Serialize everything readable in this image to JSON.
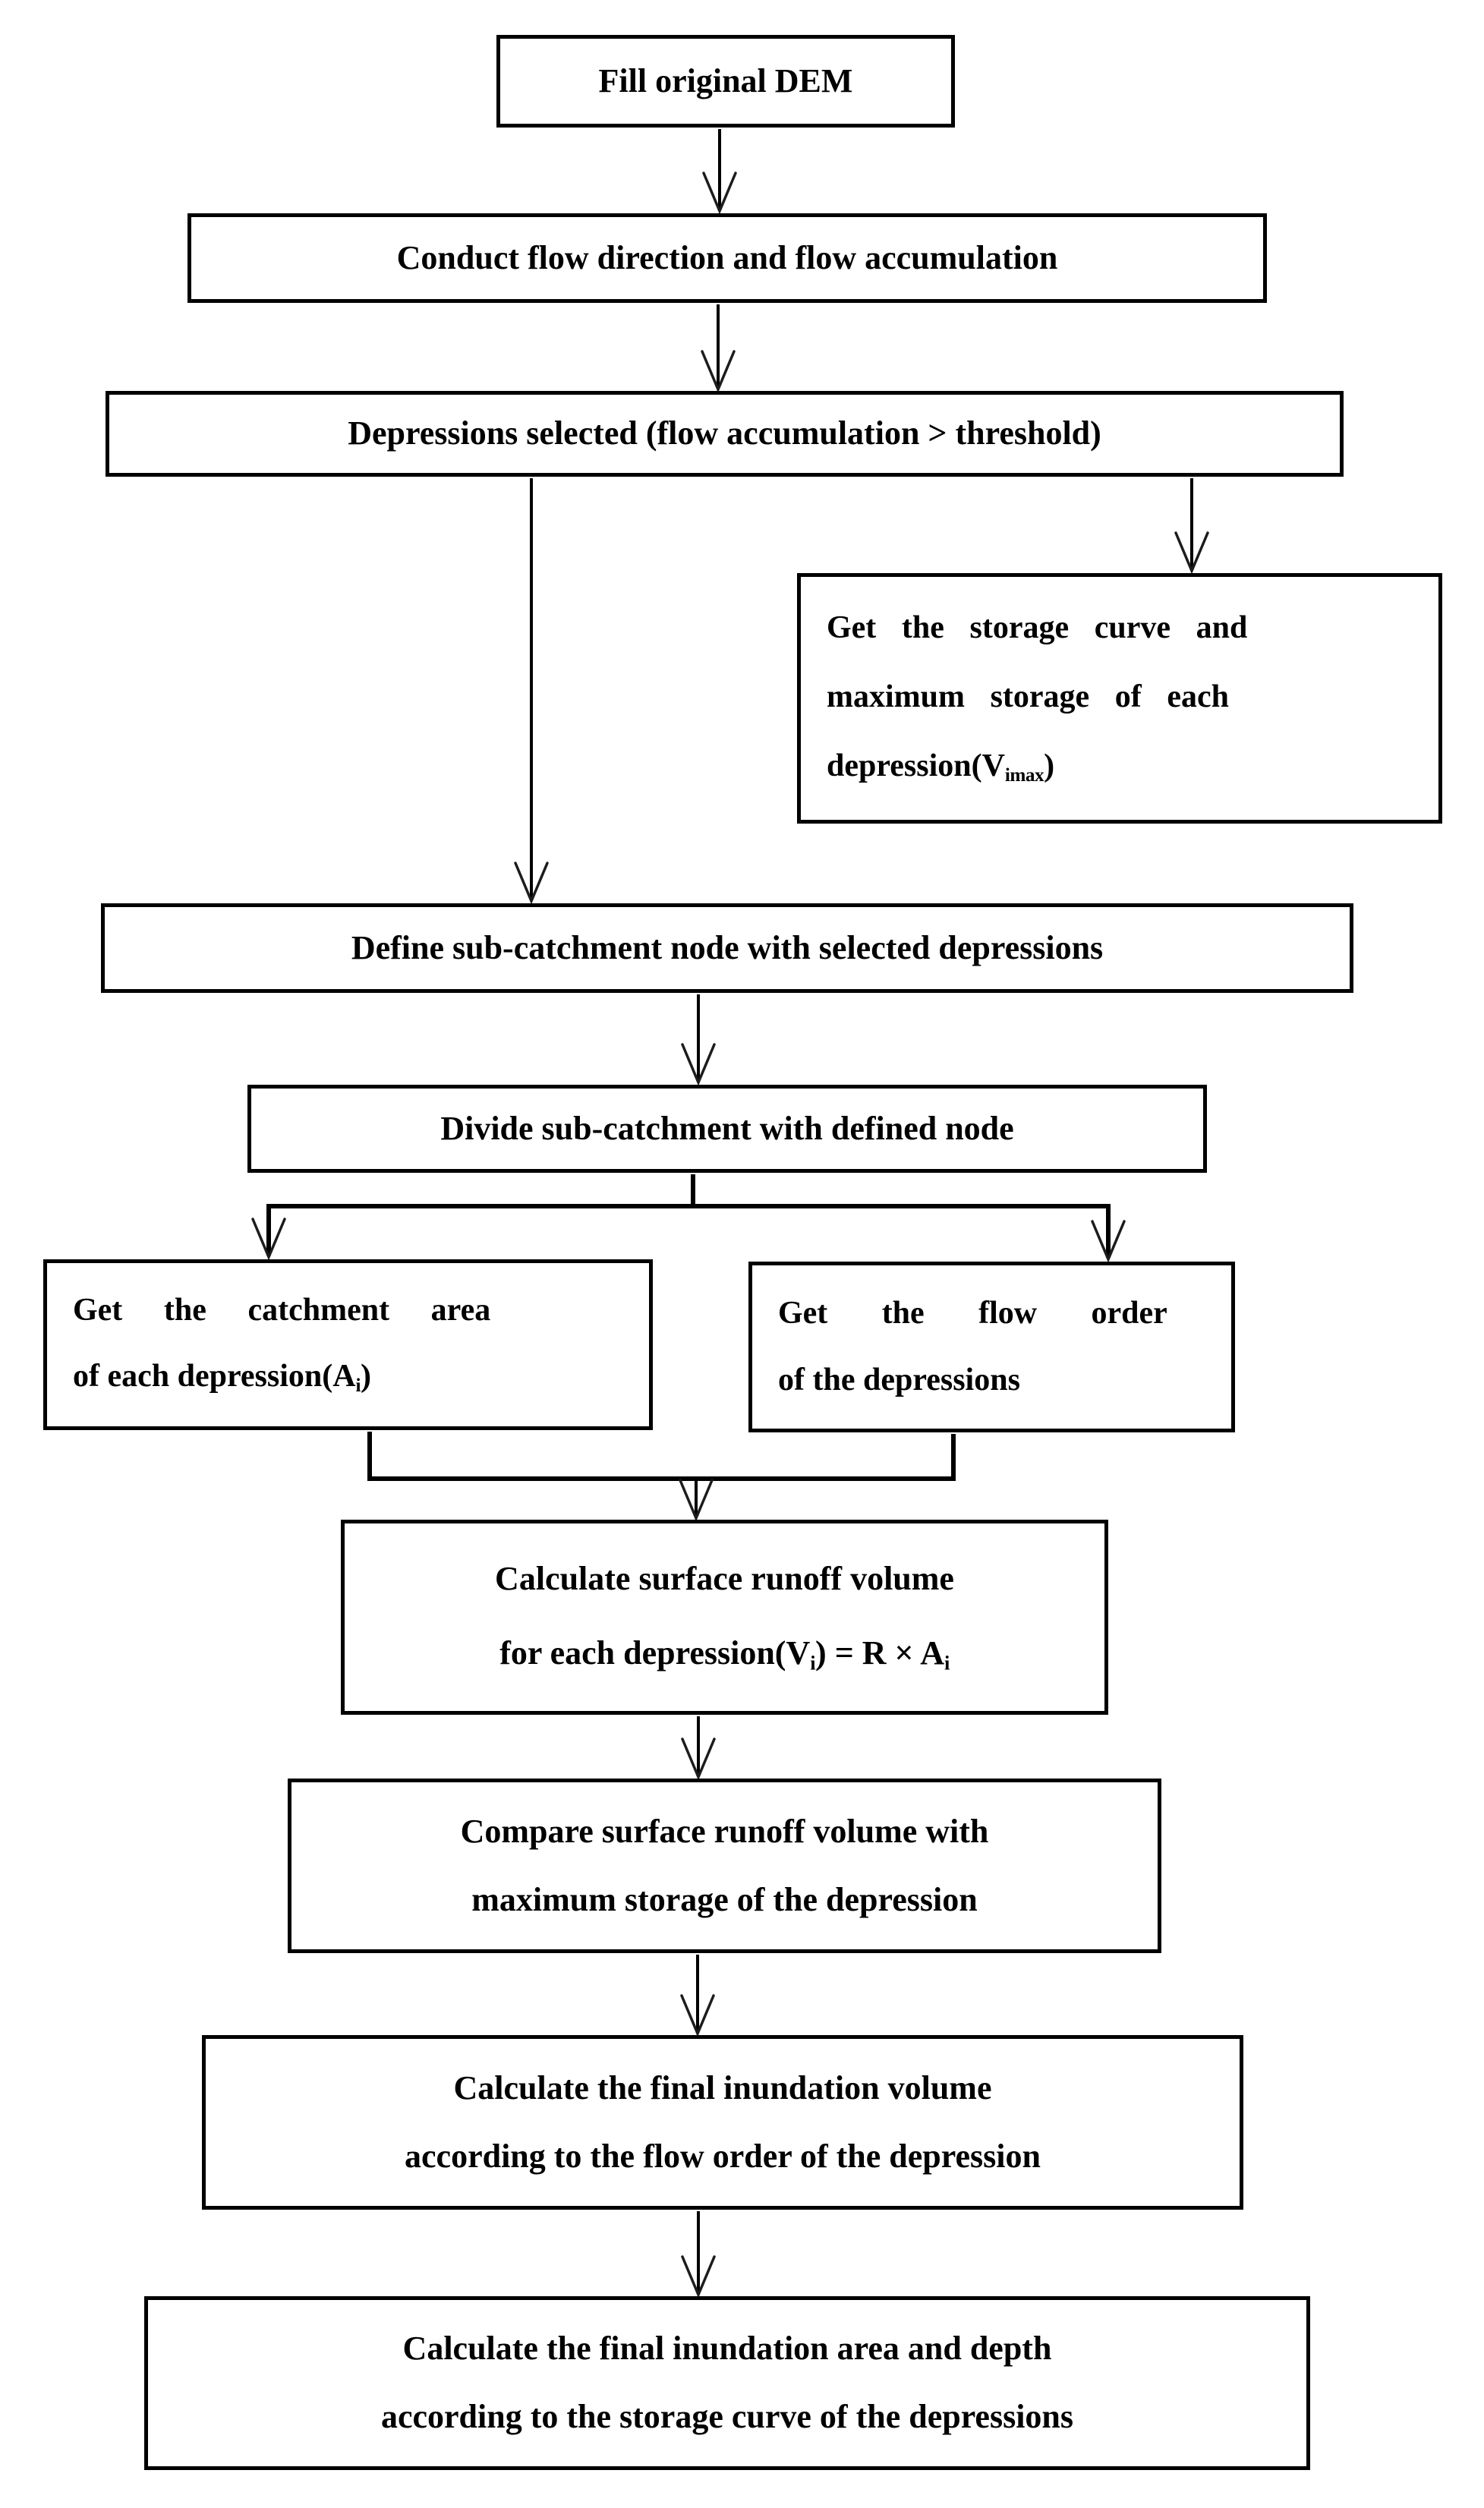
{
  "figure": {
    "background_color": "#ffffff",
    "line_color": "#000000",
    "text_color": "#000000"
  },
  "nodes": {
    "fill_dem": {
      "label": "Fill original DEM"
    },
    "flow_dir": {
      "label": "Conduct flow direction and flow accumulation"
    },
    "depressions_selected": {
      "label": "Depressions selected (flow accumulation > threshold)"
    },
    "storage_curve": {
      "line1": "Get the storage curve and",
      "line2": "maximum storage of each",
      "line3_pre": "depression(V",
      "line3_sub": "imax",
      "line3_post": ")"
    },
    "define_node": {
      "label": "Define sub-catchment node with selected depressions"
    },
    "divide_subcatchment": {
      "label": "Divide sub-catchment with defined node"
    },
    "catchment_area": {
      "line1": "Get the catchment area",
      "line2_pre": "of each depression(A",
      "line2_sub": "i",
      "line2_post": ")"
    },
    "flow_order": {
      "line1": "Get the flow order",
      "line2": "of the depressions"
    },
    "runoff_volume": {
      "line1": "Calculate surface runoff volume",
      "line2_pre": "for each depression(V",
      "line2_sub1": "i",
      "line2_mid": ") = R × A",
      "line2_sub2": "i"
    },
    "compare": {
      "line1": "Compare surface runoff volume with",
      "line2": "maximum storage of the depression"
    },
    "final_volume": {
      "line1": "Calculate the final inundation volume",
      "line2": "according to the flow order of the depression"
    },
    "final_area_depth": {
      "line1": "Calculate the final inundation area and depth",
      "line2": "according to the storage curve of the depressions"
    }
  }
}
